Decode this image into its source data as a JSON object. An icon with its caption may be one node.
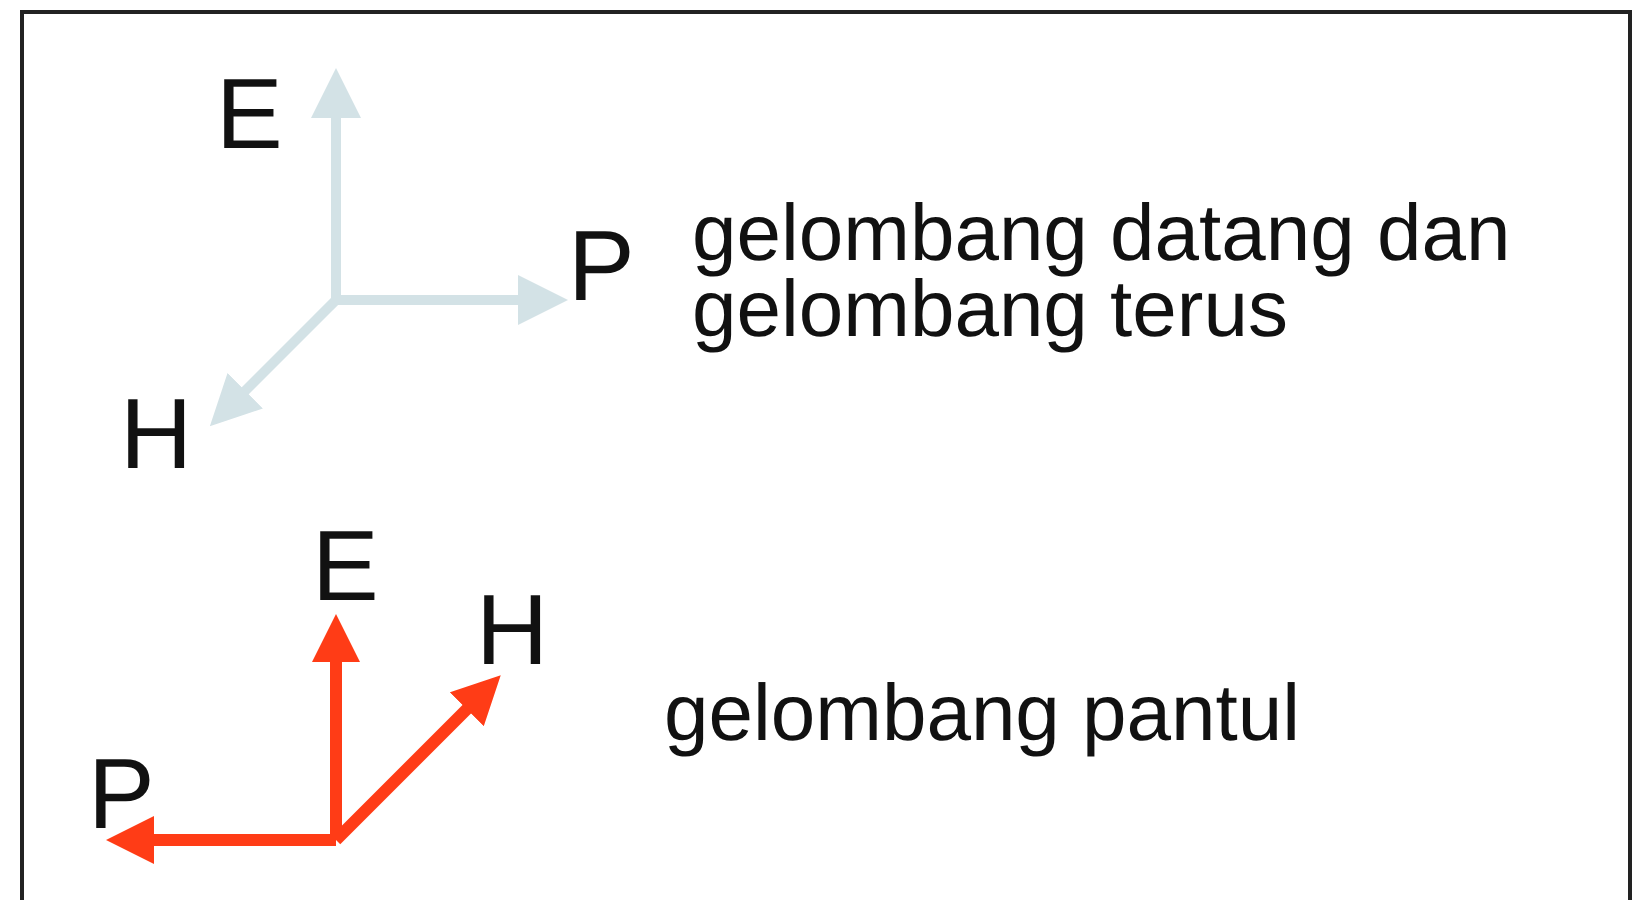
{
  "diagram": {
    "labels": [
      "E",
      "P",
      "gelombang datang dan gelombang terus",
      "H",
      "E",
      "H",
      "gelombang pantul",
      "P"
    ]
  }
}
